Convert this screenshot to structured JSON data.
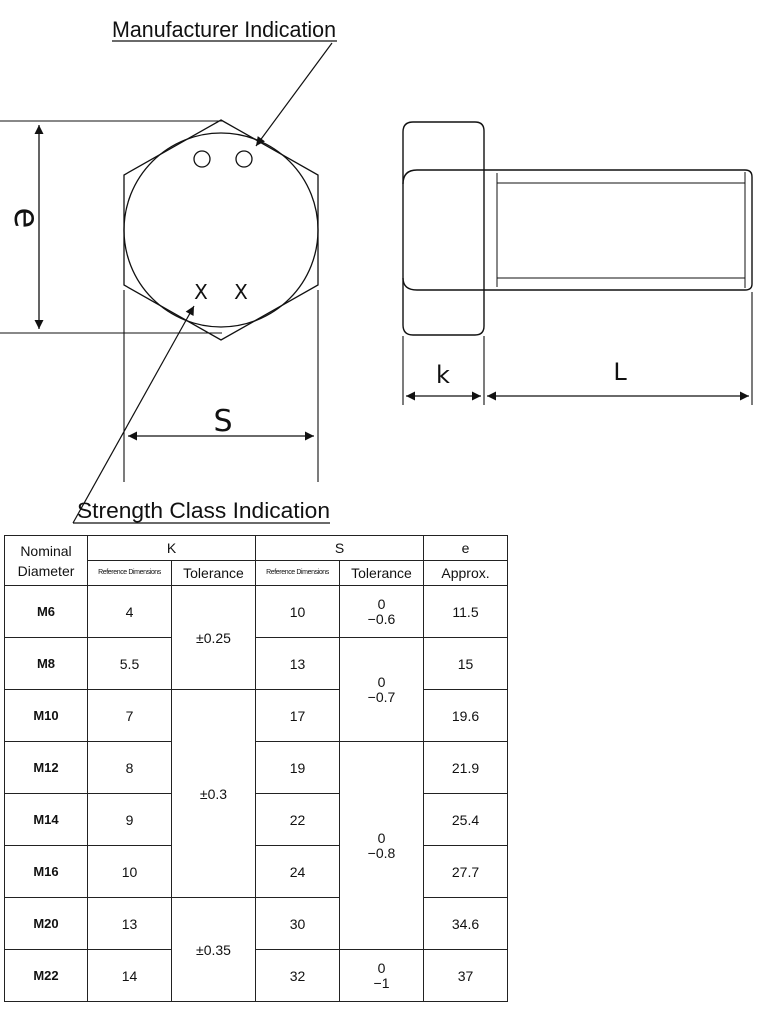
{
  "labels": {
    "manufacturer": "Manufacturer Indication",
    "strength": "Strength Class Indication",
    "e": "e",
    "s": "S",
    "k": "k",
    "l": "L"
  },
  "table": {
    "headers": {
      "nominal_line1": "Nominal",
      "nominal_line2": "Diameter",
      "k": "K",
      "s": "S",
      "e": "e",
      "ref_dims": "Reference Dimensions",
      "tolerance": "Tolerance",
      "approx": "Approx."
    },
    "rows": [
      {
        "nominal": "M6",
        "k_ref": "4",
        "s_ref": "10",
        "e": "11.5"
      },
      {
        "nominal": "M8",
        "k_ref": "5.5",
        "s_ref": "13",
        "e": "15"
      },
      {
        "nominal": "M10",
        "k_ref": "7",
        "s_ref": "17",
        "e": "19.6"
      },
      {
        "nominal": "M12",
        "k_ref": "8",
        "s_ref": "19",
        "e": "21.9"
      },
      {
        "nominal": "M14",
        "k_ref": "9",
        "s_ref": "22",
        "e": "25.4"
      },
      {
        "nominal": "M16",
        "k_ref": "10",
        "s_ref": "24",
        "e": "27.7"
      },
      {
        "nominal": "M20",
        "k_ref": "13",
        "s_ref": "30",
        "e": "34.6"
      },
      {
        "nominal": "M22",
        "k_ref": "14",
        "s_ref": "32",
        "e": "37"
      }
    ],
    "k_tolerances": [
      "±0.25",
      "±0.3",
      "±0.35"
    ],
    "s_tolerances": [
      {
        "upper": "0",
        "lower": "−0.6"
      },
      {
        "upper": "0",
        "lower": "−0.7"
      },
      {
        "upper": "0",
        "lower": "−0.8"
      },
      {
        "upper": "0",
        "lower": "−1"
      }
    ]
  }
}
